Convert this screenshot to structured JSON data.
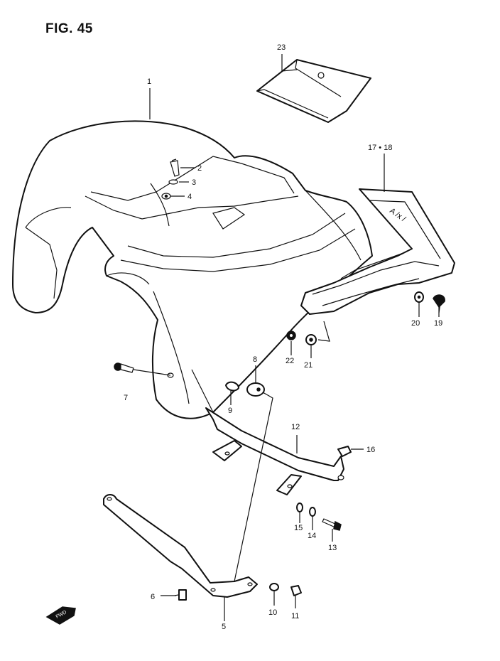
{
  "figure": {
    "title": "FIG. 45"
  },
  "callouts": {
    "c1": "1",
    "c2": "2",
    "c3": "3",
    "c4": "4",
    "c5": "5",
    "c6": "6",
    "c7": "7",
    "c8": "8",
    "c9": "9",
    "c10": "10",
    "c11": "11",
    "c12": "12",
    "c13": "13",
    "c14": "14",
    "c15": "15",
    "c16": "16",
    "c17_18": "17 • 18",
    "c19": "19",
    "c20": "20",
    "c21": "21",
    "c22": "22",
    "c23": "23"
  },
  "badge": {
    "front_arrow": "FWD"
  }
}
